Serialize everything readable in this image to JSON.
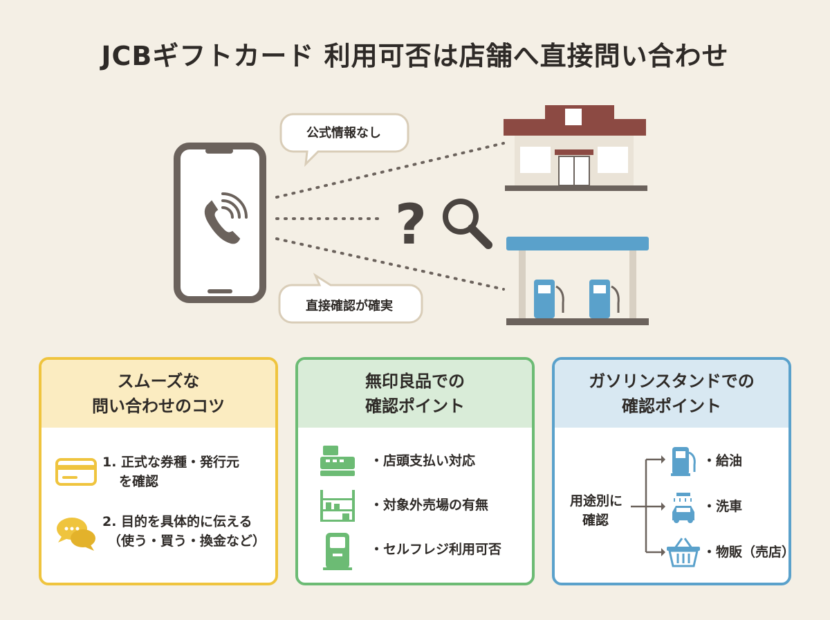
{
  "title": "JCBギフトカード 利用可否は店舗へ直接問い合わせ",
  "hero": {
    "bubble_top": "公式情報なし",
    "bubble_bottom": "直接確認が確実",
    "question_mark": "?"
  },
  "cards": {
    "tips": {
      "heading_line1": "スムーズな",
      "heading_line2": "問い合わせのコツ",
      "item1_line1": "1. 正式な券種・発行元",
      "item1_line2": "を確認",
      "item2_line1": "2. 目的を具体的に伝える",
      "item2_line2": "（使う・買う・換金など）"
    },
    "muji": {
      "heading_line1": "無印良品での",
      "heading_line2": "確認ポイント",
      "items": [
        "・店頭支払い対応",
        "・対象外売場の有無",
        "・セルフレジ利用可否"
      ]
    },
    "gas": {
      "heading_line1": "ガソリンスタンドでの",
      "heading_line2": "確認ポイント",
      "purpose_line1": "用途別に",
      "purpose_line2": "確認",
      "items": [
        "・給油",
        "・洗車",
        "・物販（売店）"
      ]
    }
  },
  "colors": {
    "background": "#f4efe5",
    "text": "#2e2a27",
    "icon_gray": "#6b625c",
    "yellow": "#efc43e",
    "green": "#6cbb74",
    "blue": "#5aa1cb",
    "store_roof": "#8c4a43",
    "canopy": "#5aa1cb"
  },
  "icons": [
    "smartphone-icon",
    "phone-call-icon",
    "question-icon",
    "magnifier-icon",
    "convenience-store-icon",
    "gas-station-icon",
    "credit-card-icon",
    "chat-bubbles-icon",
    "cash-register-icon",
    "shelf-icon",
    "self-checkout-icon",
    "fuel-pump-icon",
    "car-wash-icon",
    "shopping-basket-icon"
  ]
}
